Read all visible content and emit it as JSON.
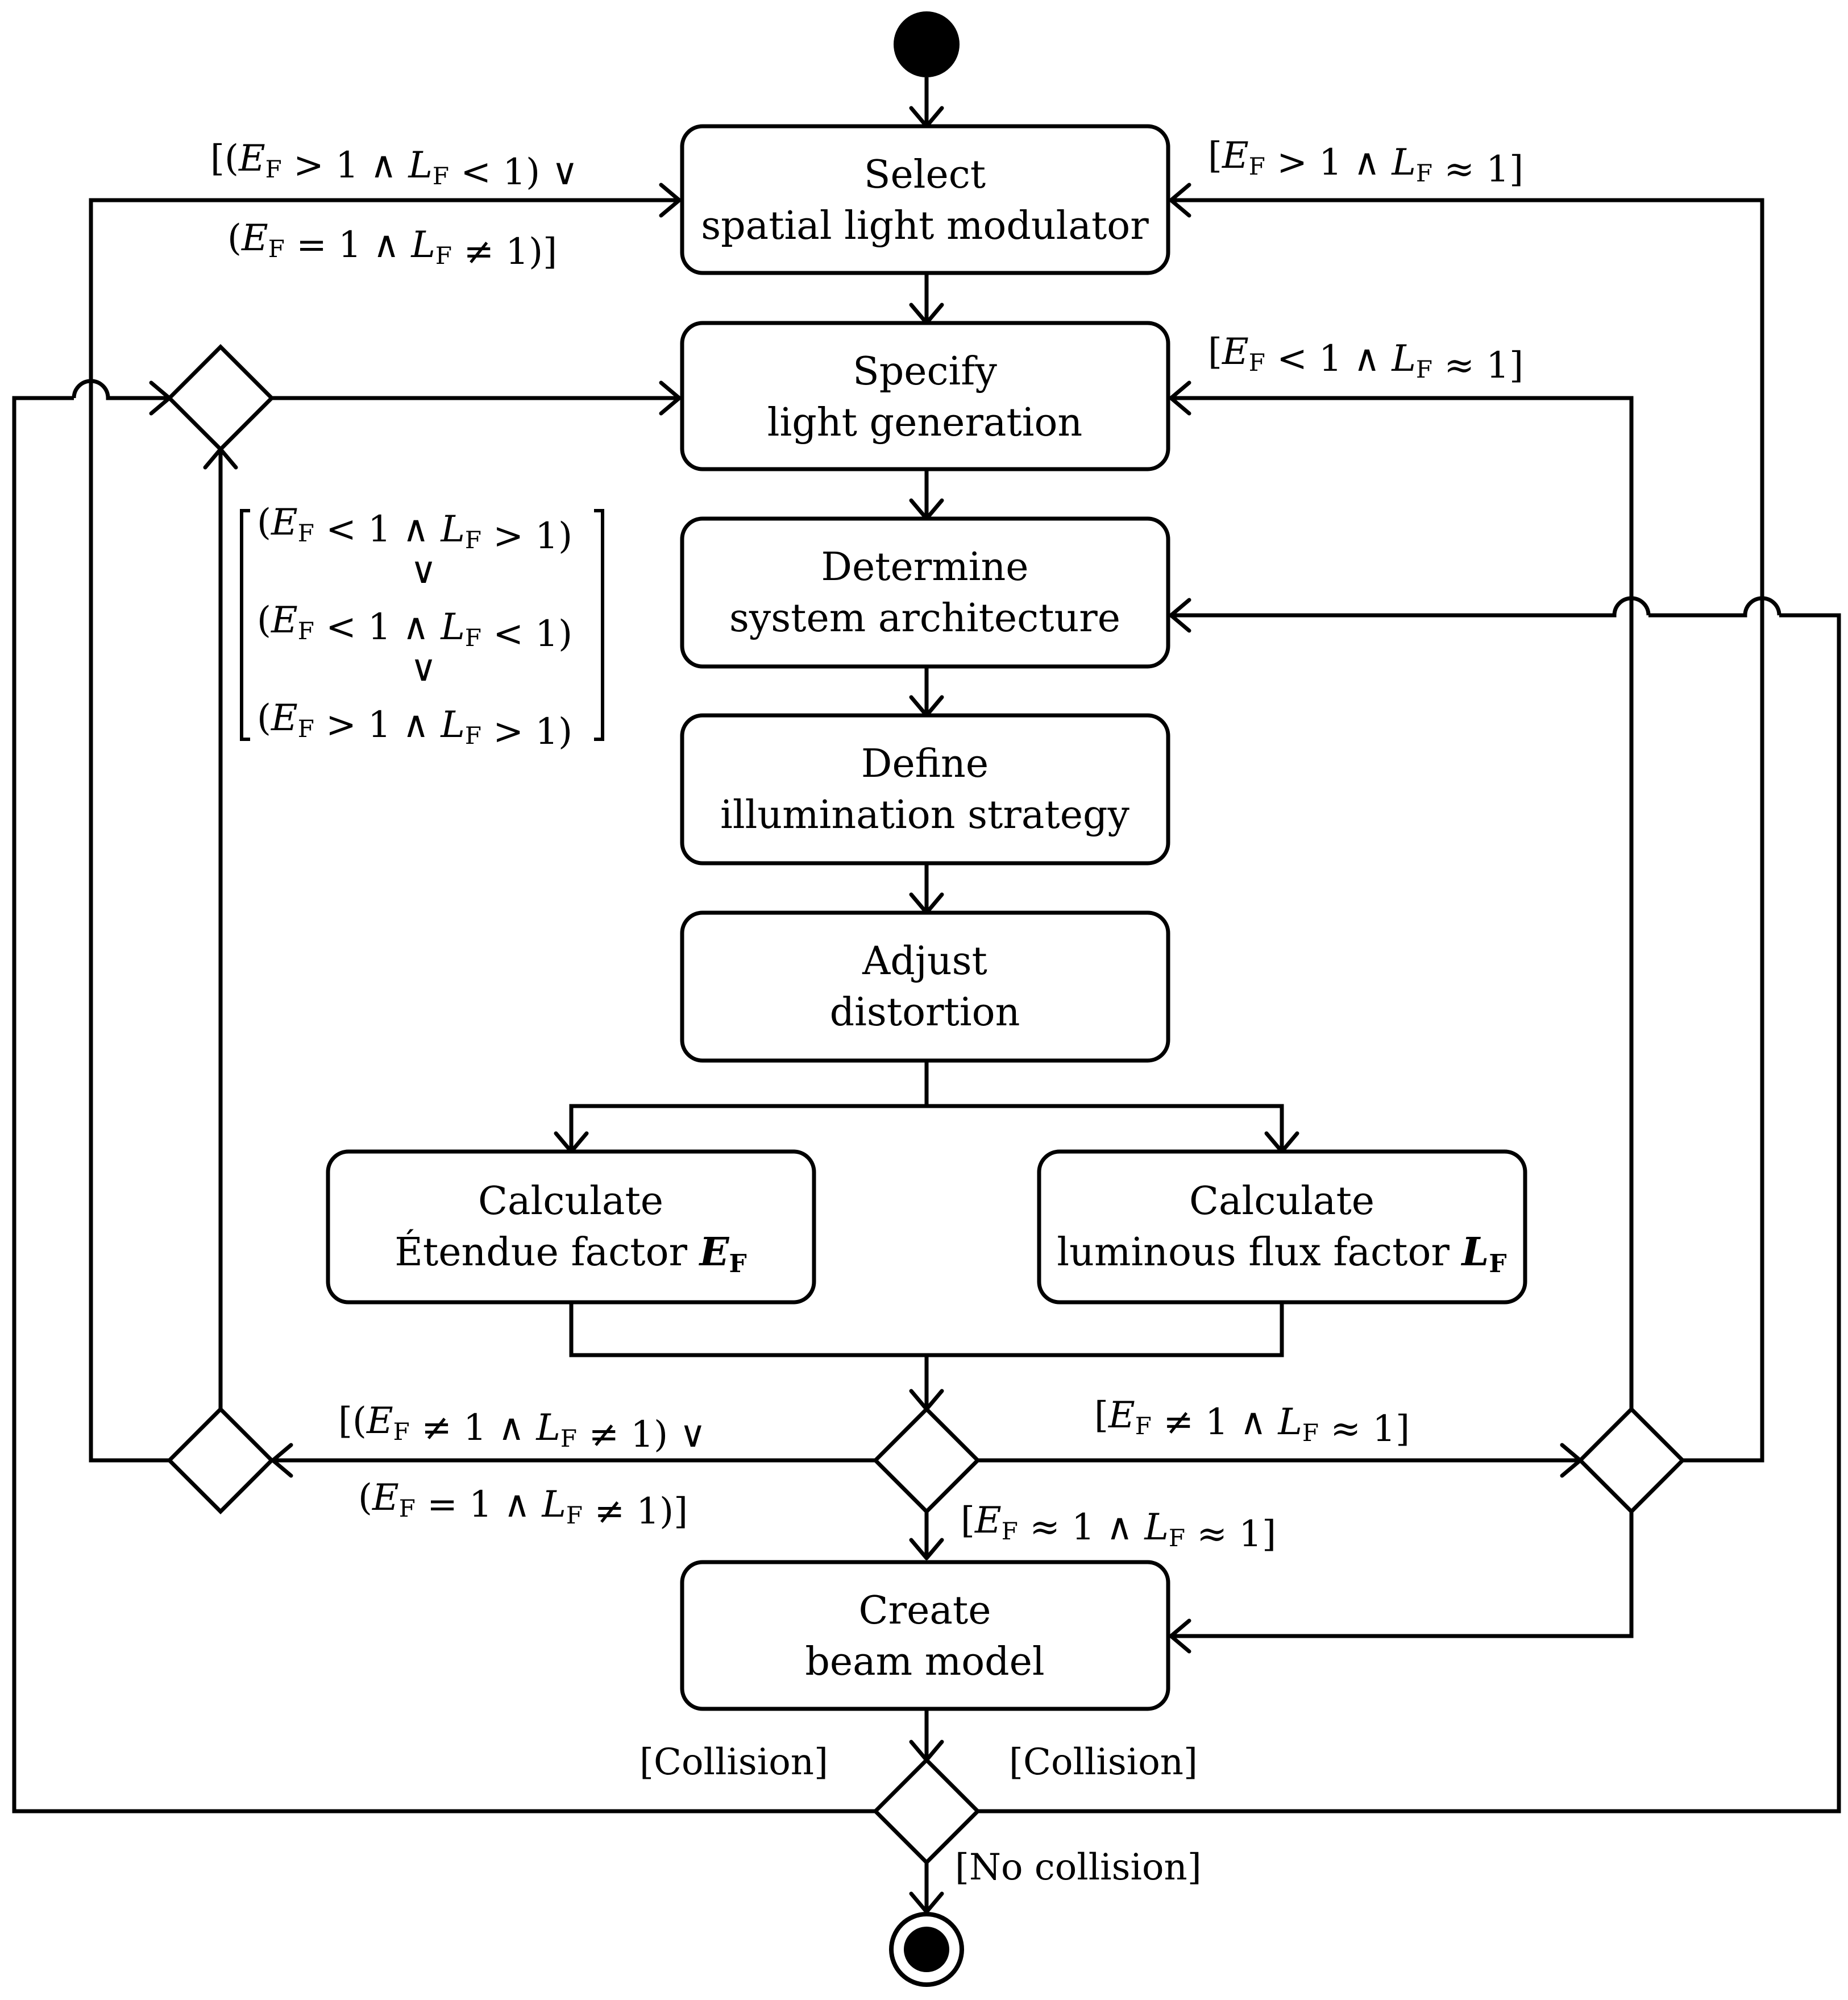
{
  "activities": {
    "select_slm": [
      "Select",
      "spatial light modulator"
    ],
    "specify_light": [
      "Specify",
      "light generation"
    ],
    "determine_arch": [
      "Determine",
      "system architecture"
    ],
    "define_illum": [
      "Define",
      "illumination strategy"
    ],
    "adjust_dist": [
      "Adjust",
      "distortion"
    ],
    "calc_etendue": {
      "line1": "Calculate",
      "line2": "Étendue factor ",
      "symbol": "E",
      "sub": "F"
    },
    "calc_flux": {
      "line1": "Calculate",
      "line2": "luminous flux factor ",
      "symbol": "L",
      "sub": "F"
    },
    "create_beam": [
      "Create",
      "beam model"
    ]
  },
  "guards": {
    "to_slm_left": [
      "[(E_F > 1 ∧ L_F < 1) ∨",
      "(E_F = 1 ∧ L_F ≠ 1)]"
    ],
    "to_slm_right": "[E_F > 1 ∧ L_F ≈ 1]",
    "to_light_right": "[E_F < 1 ∧ L_F ≈ 1]",
    "to_light_left": [
      "(E_F < 1 ∧ L_F > 1)",
      "∨",
      "(E_F < 1 ∧ L_F < 1)",
      "∨",
      "(E_F > 1 ∧ L_F > 1)"
    ],
    "left_branch": [
      "[(E_F ≠ 1 ∧ L_F ≠ 1) ∨",
      "(E_F = 1 ∧ L_F ≠ 1)]"
    ],
    "right_branch": "[E_F ≠ 1 ∧ L_F ≈ 1]",
    "down_branch": "[E_F ≈ 1 ∧ L_F ≈ 1]",
    "collision_left": "[Collision]",
    "collision_right": "[Collision]",
    "no_collision": "[No collision]"
  }
}
